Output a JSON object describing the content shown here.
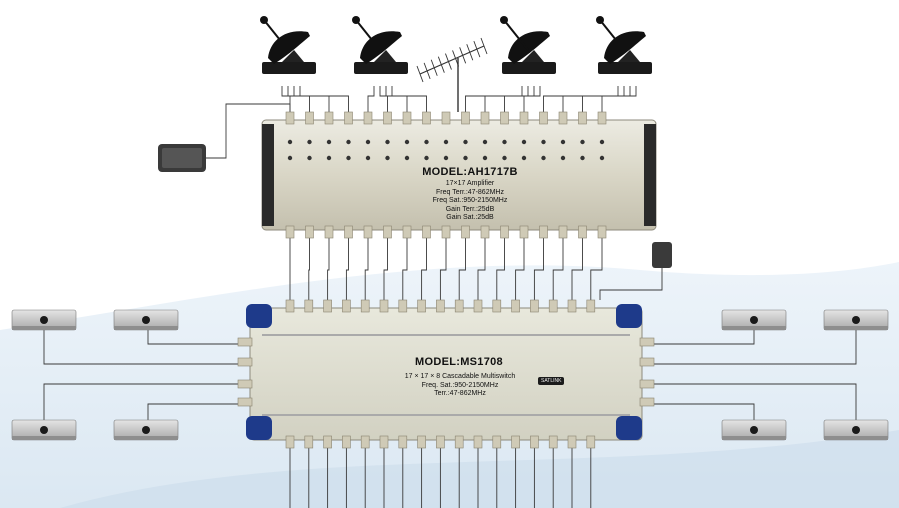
{
  "amplifier": {
    "model": "MODEL:AH1717B",
    "spec_lines": [
      "17×17 Amplifier",
      "Freq Terr.:47-862MHz",
      "Freq Sat.:950-2150MHz",
      "Gain Terr.:25dB",
      "Gain Sat.:25dB"
    ]
  },
  "multiswitch": {
    "model": "MODEL:MS1708",
    "spec_lines": [
      "17 × 17 × 8 Cascadable Multiswitch",
      "Freq. Sat.:950-2150MHz",
      "Terr.:47-862MHz"
    ],
    "badge": "SATLINK"
  },
  "components": {
    "dishes": [
      "satellite-dish",
      "satellite-dish",
      "satellite-dish",
      "satellite-dish"
    ],
    "antenna": "terrestrial-antenna",
    "power_adapters": [
      "power-adapter",
      "power-adapter"
    ],
    "receivers": [
      "receiver",
      "receiver",
      "receiver",
      "receiver",
      "receiver",
      "receiver",
      "receiver",
      "receiver"
    ]
  },
  "colors": {
    "device_body": "#d8d4c4",
    "end_caps": "#1e3a8a",
    "cable": "#444444",
    "ground_wash": "#dbe8f3"
  }
}
